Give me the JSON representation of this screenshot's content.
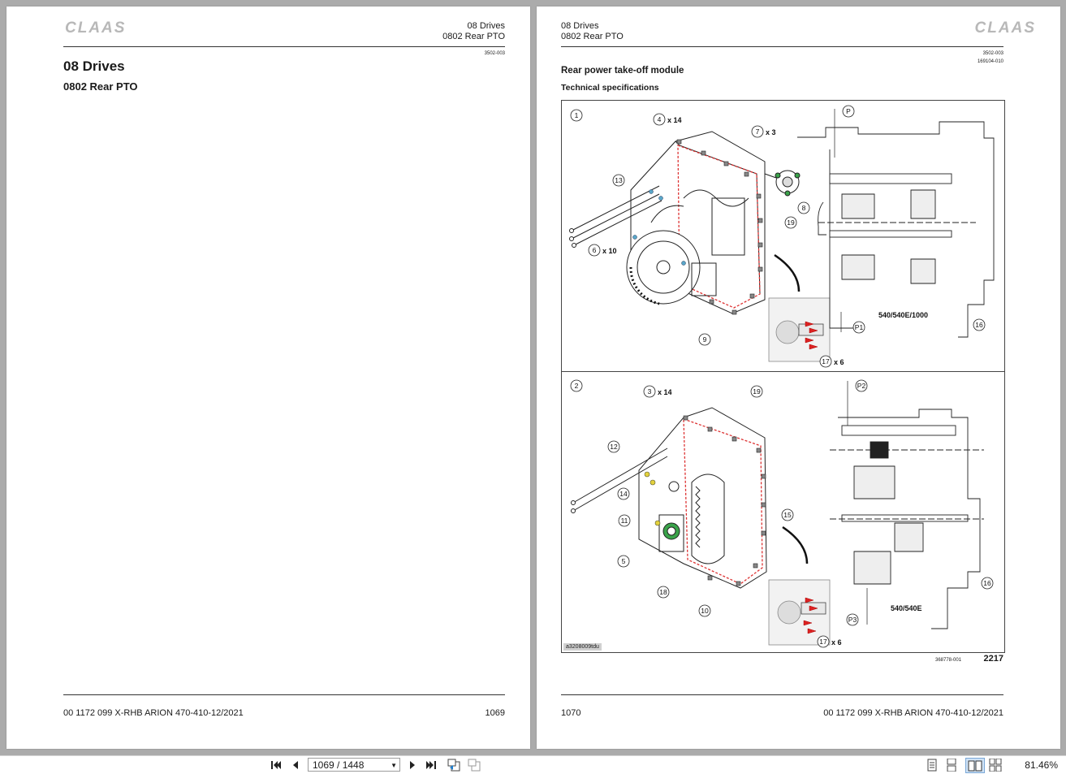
{
  "left_page": {
    "logo": "CLAAS",
    "header_chapter": "08 Drives",
    "header_section": "0802 Rear PTO",
    "code": "3502-003",
    "heading1": "08 Drives",
    "heading2": "0802 Rear PTO",
    "footer_doc": "00 1172 099 X-RHB ARION 470-410-12/2021",
    "footer_page": "1069"
  },
  "right_page": {
    "logo": "CLAAS",
    "header_chapter": "08 Drives",
    "header_section": "0802 Rear PTO",
    "code1": "3502-003",
    "code2": "169104-010",
    "title": "Rear power take-off module",
    "subtitle": "Technical specifications",
    "figure": {
      "tag": "a3208009tdu",
      "top_labels": {
        "n1": "1",
        "n4": "4",
        "x14a": "x 14",
        "n7": "7",
        "x3": "x 3",
        "n13": "13",
        "n8": "8",
        "n19a": "19",
        "n6": "6",
        "x10": "x 10",
        "n9": "9",
        "n17a": "17",
        "x6a": "x 6",
        "P": "P",
        "P1": "P1",
        "n16a": "16",
        "speed1": "540/540E/1000"
      },
      "bottom_labels": {
        "n2": "2",
        "n3": "3",
        "x14b": "x 14",
        "n19b": "19",
        "n12": "12",
        "n14": "14",
        "n11": "11",
        "n15": "15",
        "n5": "5",
        "n18": "18",
        "n10": "10",
        "n17b": "17",
        "x6b": "x 6",
        "P2": "P2",
        "P3": "P3",
        "n16b": "16",
        "speed2": "540/540E"
      }
    },
    "fig_code": "368778-001",
    "fig_number": "2217",
    "footer_page": "1070",
    "footer_doc": "00 1172 099 X-RHB ARION 470-410-12/2021"
  },
  "toolbar": {
    "page_field": "1069 / 1448",
    "zoom": "81.46%",
    "icons": [
      "first-page-icon",
      "prev-page-icon",
      "next-page-icon",
      "last-page-icon",
      "back-view-icon",
      "forward-view-icon",
      "single-page-icon",
      "continuous-icon",
      "two-page-icon",
      "two-page-continuous-icon"
    ]
  }
}
